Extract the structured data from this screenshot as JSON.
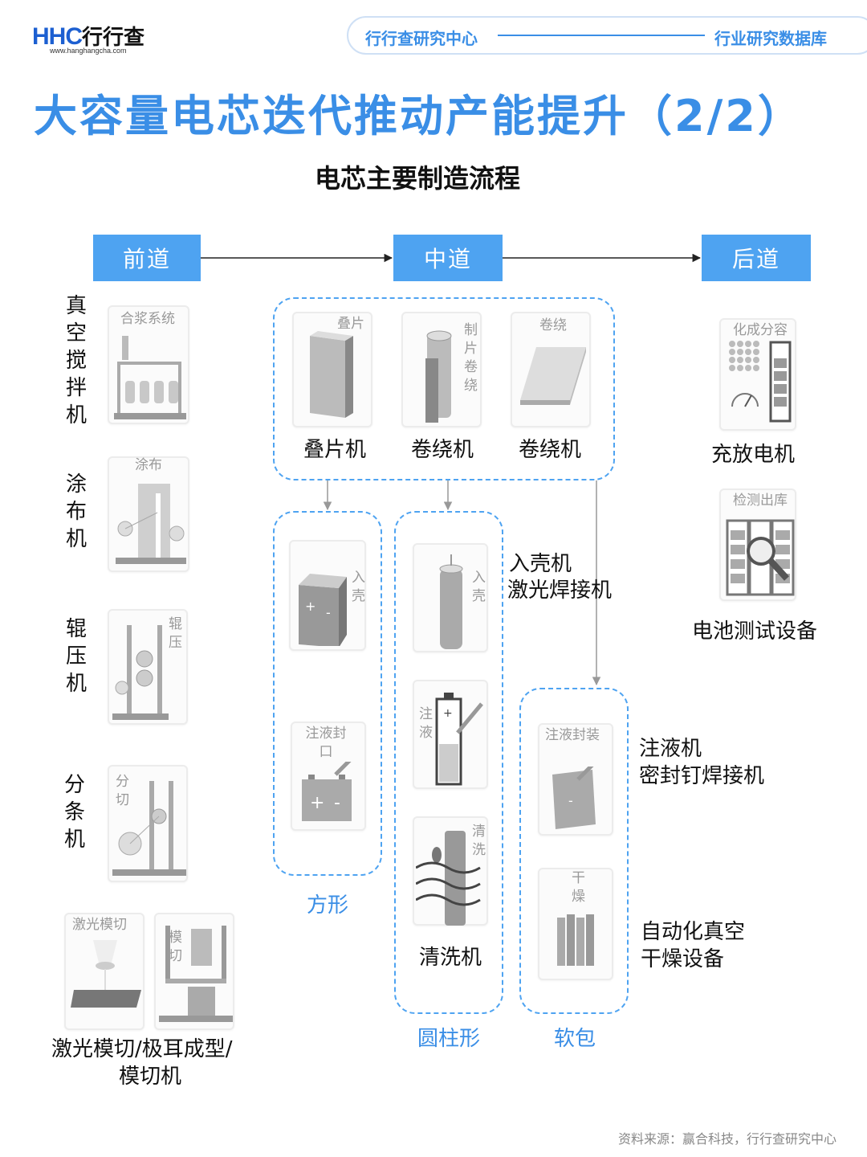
{
  "header": {
    "logo_mark": "HHC",
    "logo_cn": "行行查",
    "logo_url": "www.hanghangcha.com",
    "left": "行行查研究中心",
    "right": "行业研究数据库"
  },
  "title": "大容量电芯迭代推动产能提升（2/2）",
  "subtitle": "电芯主要制造流程",
  "stages": {
    "front": "前道",
    "middle": "中道",
    "back": "后道"
  },
  "front": {
    "mixer": {
      "label": "真空搅拌机",
      "icon_label": "合浆系统"
    },
    "coater": {
      "label": "涂布机",
      "icon_label": "涂布"
    },
    "roller": {
      "label": "辊压机",
      "icon_label": "辊压"
    },
    "slitter": {
      "label": "分条机",
      "icon_label": "分切"
    },
    "die": {
      "icon_label_a": "激光模切",
      "icon_label_b": "模切",
      "label_line1": "激光模切/极耳成型/",
      "label_line2": "模切机"
    }
  },
  "middle": {
    "stack": {
      "icon_label": "叠片",
      "label": "叠片机"
    },
    "wind_cyl": {
      "icon_label": "制片卷绕",
      "label": "卷绕机"
    },
    "wind_pouch": {
      "icon_label": "卷绕",
      "label": "卷绕机"
    },
    "prismatic": {
      "case_icon": "入壳",
      "fill_icon": "注液封口",
      "group_label": "方形"
    },
    "cylindrical": {
      "case_icon": "入壳",
      "fill_icon": "注液",
      "clean_icon": "清洗",
      "clean_label": "清洗机",
      "group_label": "圆柱形"
    },
    "pouch": {
      "fill_icon": "注液封装",
      "dry_icon": "干燥",
      "group_label": "软包"
    },
    "case_text_line1": "入壳机",
    "case_text_line2": "激光焊接机",
    "fill_text_line1": "注液机",
    "fill_text_line2": "密封钉焊接机",
    "dry_text_line1": "自动化真空",
    "dry_text_line2": "干燥设备"
  },
  "back": {
    "formation": {
      "icon_label": "化成分容",
      "label": "充放电机"
    },
    "testing": {
      "icon_label": "检测出库",
      "label": "电池测试设备"
    }
  },
  "source": "资料来源：赢合科技，行行查研究中心",
  "colors": {
    "accent": "#3a8ee6",
    "stage_bg": "#4ea3f1",
    "dash": "#4ea3f1"
  }
}
